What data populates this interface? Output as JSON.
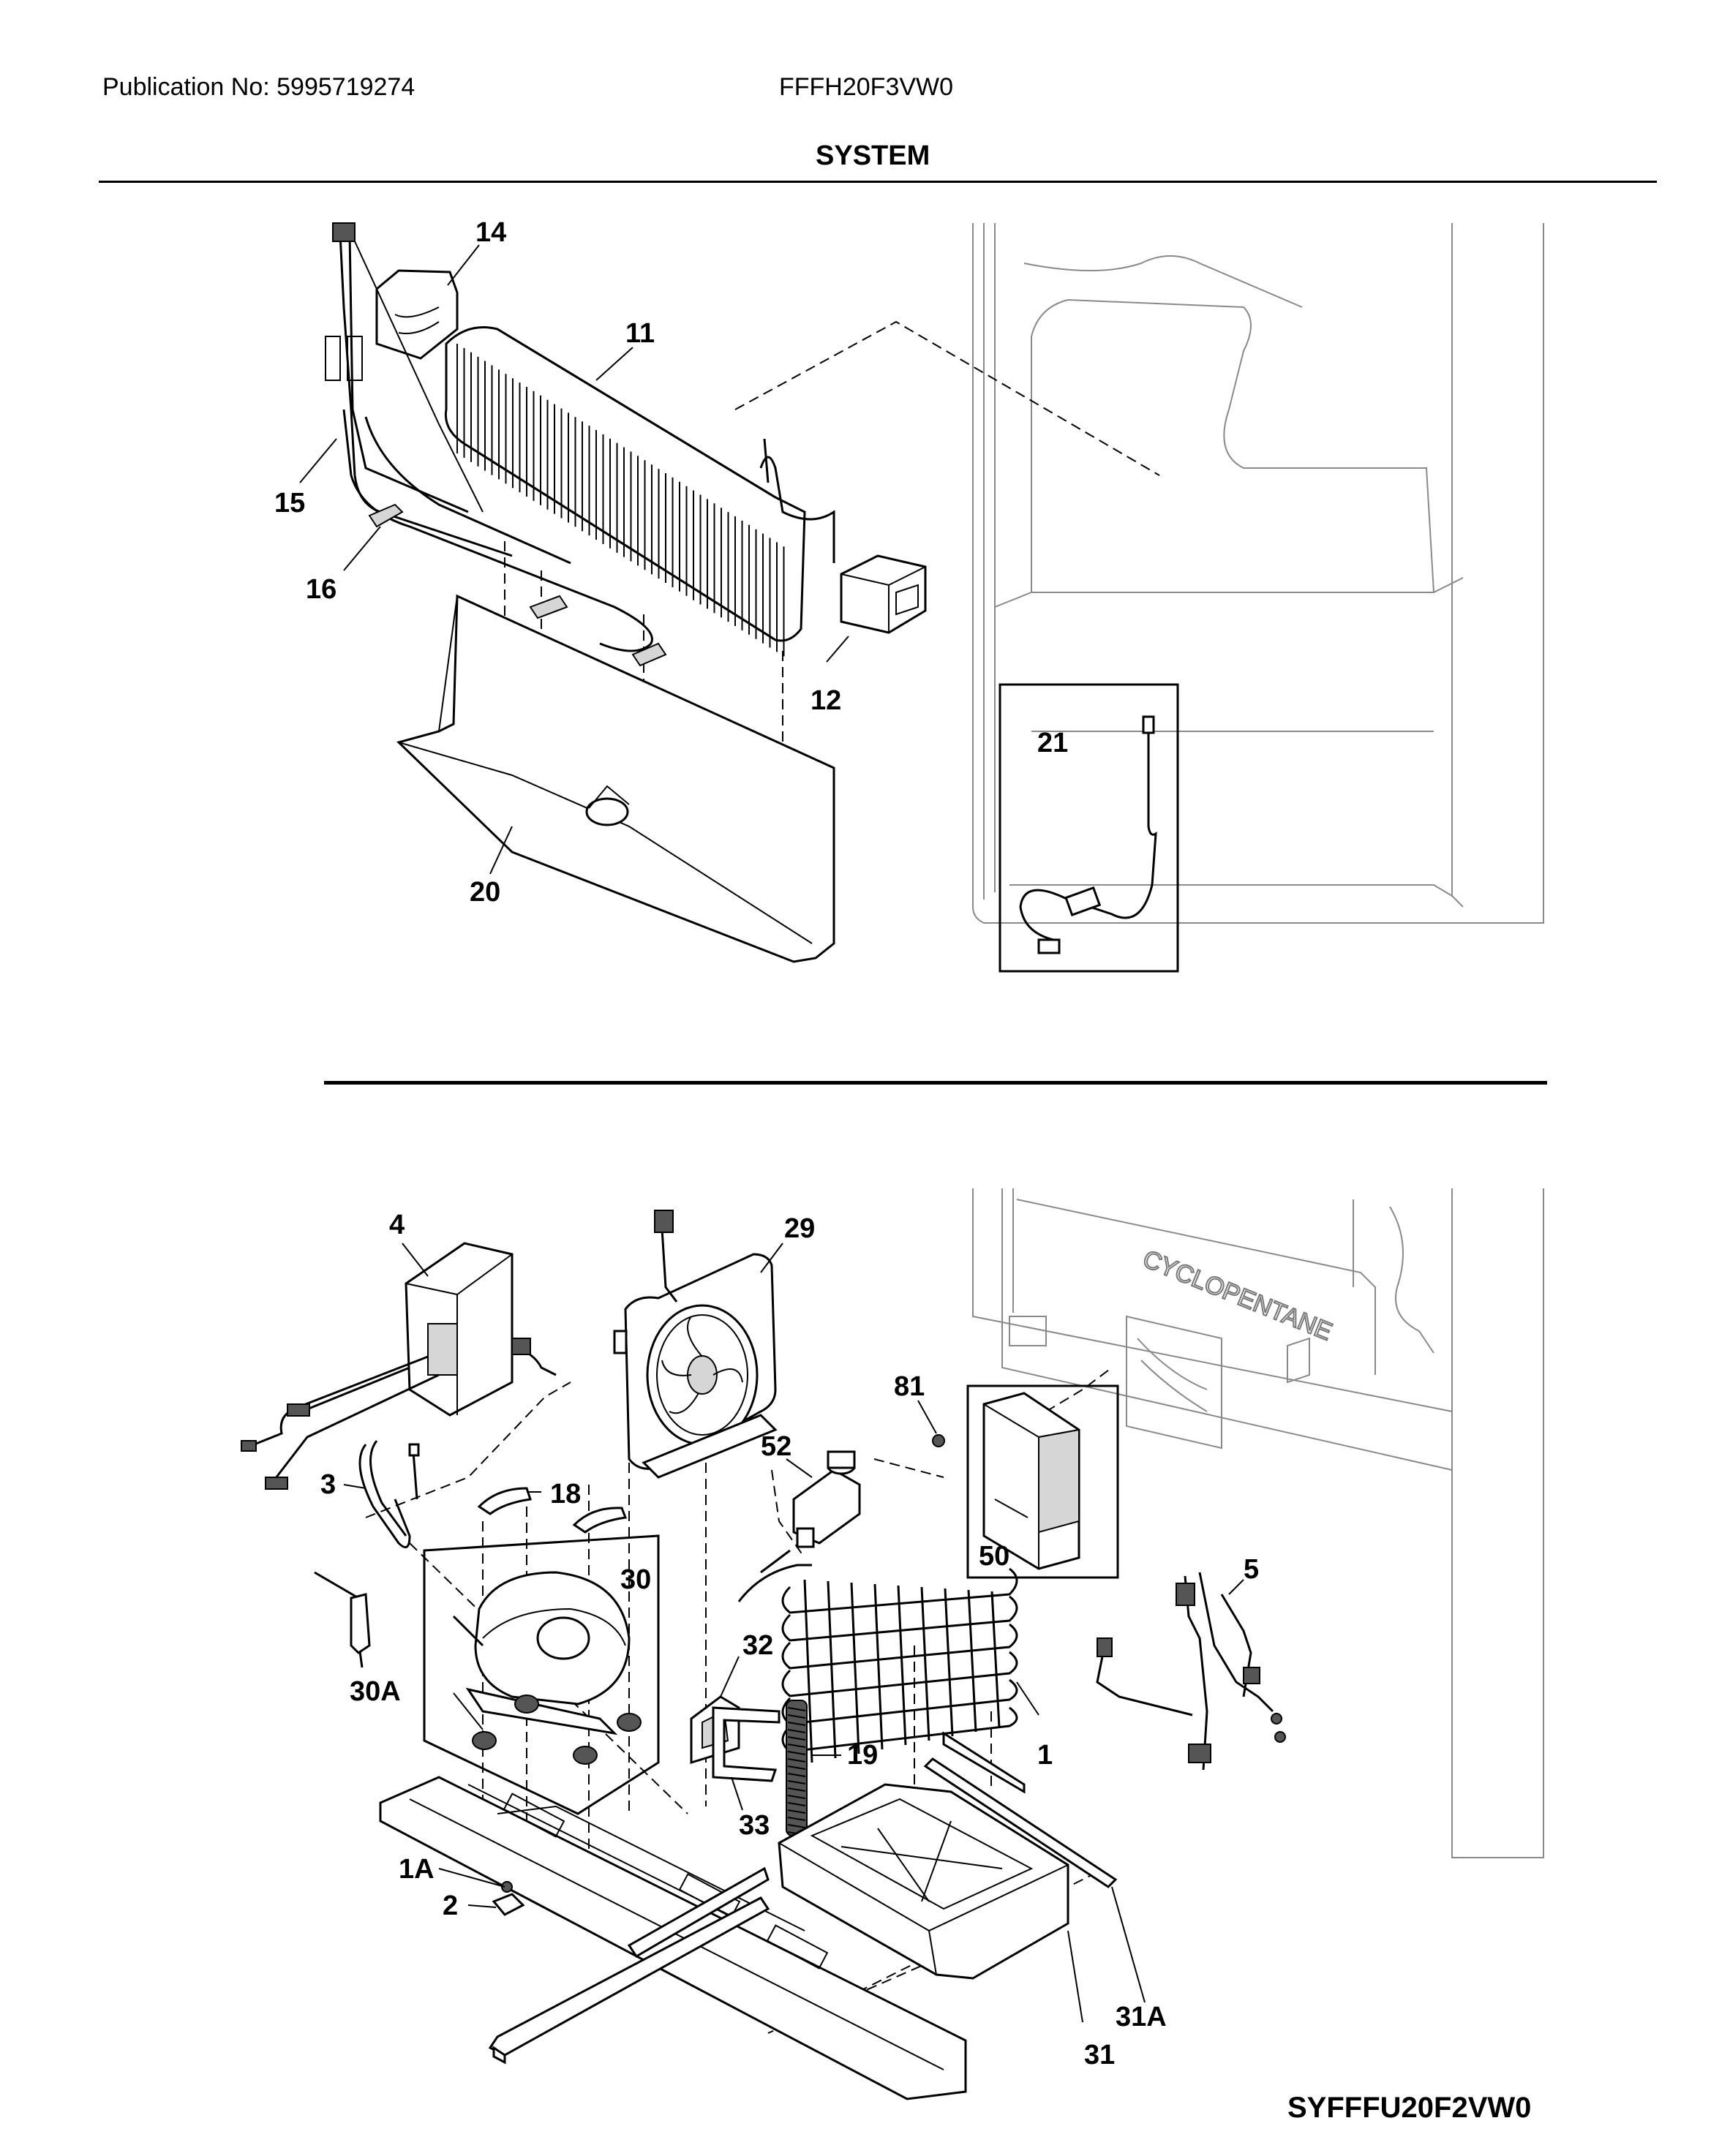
{
  "header": {
    "publication": "Publication No: 5995719274",
    "model": "FFFH20F3VW0",
    "section_title": "SYSTEM"
  },
  "footer": {
    "diagram_code": "SYFFFU20F2VW0"
  },
  "cabinet_stencil": "CYCLOPENTANE",
  "callouts": {
    "c14": "14",
    "c11": "11",
    "c15": "15",
    "c16": "16",
    "c12": "12",
    "c20": "20",
    "c21": "21",
    "c4": "4",
    "c29": "29",
    "c81": "81",
    "c52": "52",
    "c3": "3",
    "c18": "18",
    "c30": "30",
    "c50": "50",
    "c5": "5",
    "c32": "32",
    "c30A": "30A",
    "c19": "19",
    "c1": "1",
    "c33": "33",
    "c1A": "1A",
    "c2": "2",
    "c31A": "31A",
    "c31": "31"
  }
}
